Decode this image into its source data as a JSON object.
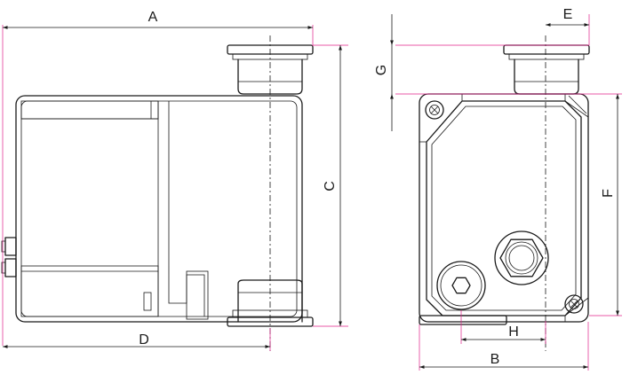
{
  "drawing": {
    "labels": {
      "A": "A",
      "B": "B",
      "C": "C",
      "D": "D",
      "E": "E",
      "F": "F",
      "G": "G",
      "H": "H"
    },
    "colors": {
      "outline": "#1a1a1a",
      "extension_line": "#e0208a",
      "background": "#ffffff"
    }
  }
}
